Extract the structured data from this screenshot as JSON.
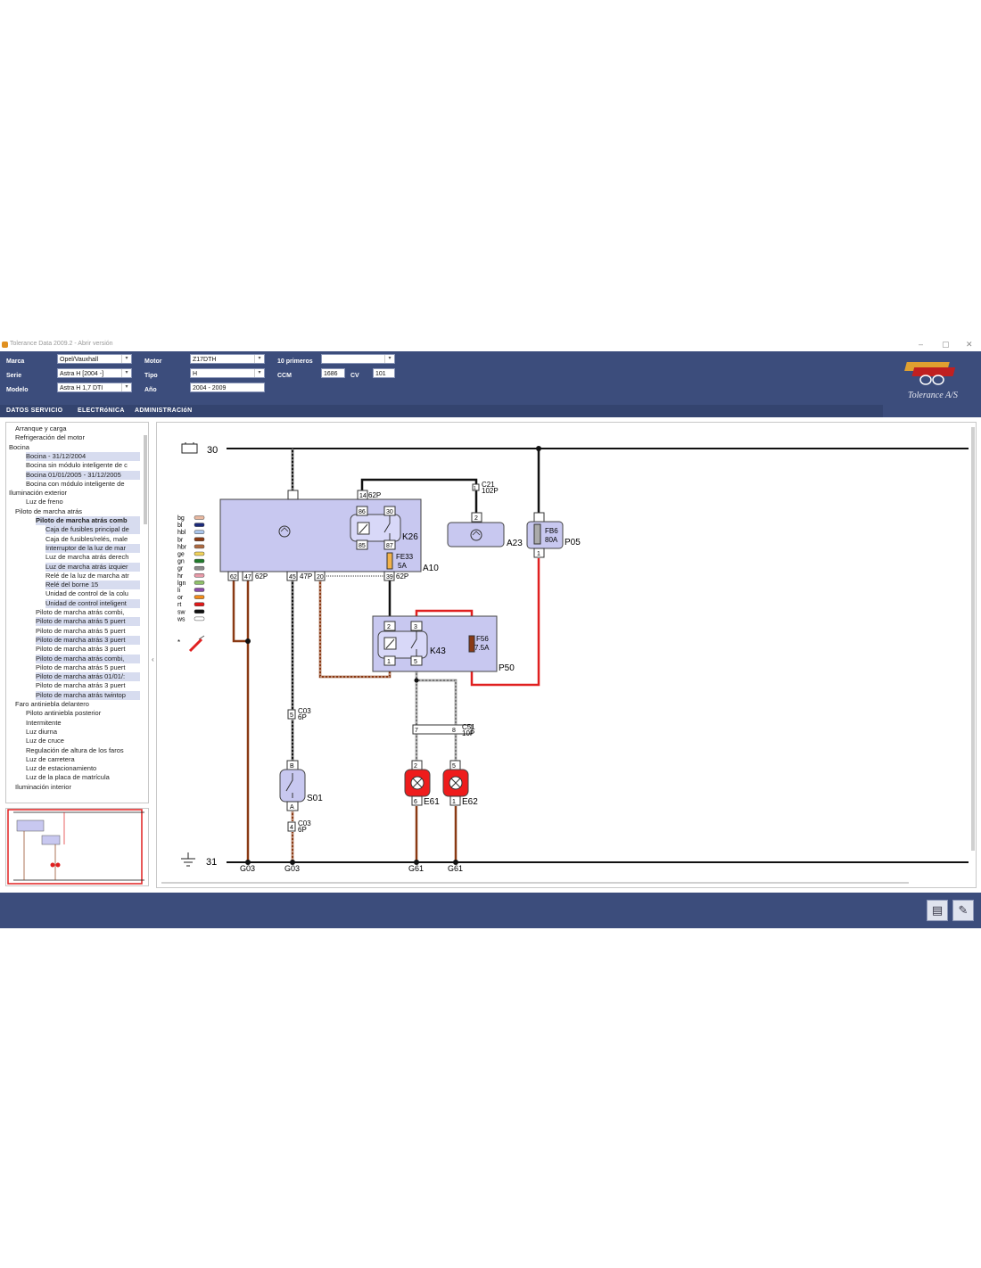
{
  "window": {
    "title": "Tolerance Data 2009.2 - Abrir versión",
    "minimize": "–",
    "maximize": "▢",
    "close": "✕"
  },
  "header": {
    "marca_label": "Marca",
    "marca_value": "Opel/Vauxhall",
    "serie_label": "Serie",
    "serie_value": "Astra H [2004 -]",
    "modelo_label": "Modelo",
    "modelo_value": "Astra H 1,7 DTI",
    "motor_label": "Motor",
    "motor_value": "Z17DTH",
    "tipo_label": "Tipo",
    "tipo_value": "H",
    "ano_label": "Año",
    "ano_value": "2004 - 2009",
    "primeros_label": "10 primeros",
    "primeros_value": "",
    "ccm_label": "CCM",
    "ccm_value": "1686",
    "cv_label": "CV",
    "cv_value": "101",
    "logo_text": "Tolerance A/S"
  },
  "menu": [
    "DATOS SERVICIO",
    "ELECTRóNICA",
    "ADMINISTRACIóN"
  ],
  "tree": [
    {
      "label": "Arranque y carga",
      "level": 1
    },
    {
      "label": "Refrigeración del motor",
      "level": 1
    },
    {
      "label": "Bocina",
      "level": 0
    },
    {
      "label": "Bocina - 31/12/2004",
      "level": 2,
      "sel": true
    },
    {
      "label": "Bocina sin módulo inteligente de c",
      "level": 2
    },
    {
      "label": "Bocina 01/01/2005 - 31/12/2005",
      "level": 2,
      "sel": true
    },
    {
      "label": "Bocina con módulo inteligente de",
      "level": 2
    },
    {
      "label": "Iluminación exterior",
      "level": 0
    },
    {
      "label": "Luz de freno",
      "level": 2
    },
    {
      "label": "Piloto de marcha atrás",
      "level": 1
    },
    {
      "label": "Piloto de marcha atrás comb",
      "level": 3,
      "bold": true,
      "sel": true
    },
    {
      "label": "Caja de fusibles principal de",
      "level": 4,
      "sel": true
    },
    {
      "label": "Caja de fusibles/relés, male",
      "level": 4
    },
    {
      "label": "Interruptor de la luz de mar",
      "level": 4,
      "sel": true
    },
    {
      "label": "Luz de marcha atrás derech",
      "level": 4
    },
    {
      "label": "Luz de marcha atrás izquier",
      "level": 4,
      "sel": true
    },
    {
      "label": "Relé de la luz de marcha atr",
      "level": 4
    },
    {
      "label": "Relé del borne 15",
      "level": 4,
      "sel": true
    },
    {
      "label": "Unidad de control de la colu",
      "level": 4
    },
    {
      "label": "Unidad de control inteligent",
      "level": 4,
      "sel": true
    },
    {
      "label": "Piloto de marcha atrás combi,",
      "level": 3
    },
    {
      "label": "Piloto de marcha atrás 5 puert",
      "level": 3,
      "sel": true
    },
    {
      "label": "Piloto de marcha atrás 5 puert",
      "level": 3
    },
    {
      "label": "Piloto de marcha atrás 3 puert",
      "level": 3,
      "sel": true
    },
    {
      "label": "Piloto de marcha atrás 3 puert",
      "level": 3
    },
    {
      "label": "Piloto de marcha atrás combi,",
      "level": 3,
      "sel": true
    },
    {
      "label": "Piloto de marcha atrás 5 puert",
      "level": 3
    },
    {
      "label": "Piloto de marcha atrás 01/01/:",
      "level": 3,
      "sel": true
    },
    {
      "label": "Piloto de marcha atrás 3 puert",
      "level": 3
    },
    {
      "label": "Piloto de marcha atrás twintop",
      "level": 3,
      "sel": true
    },
    {
      "label": "Faro antiniebla delantero",
      "level": 1
    },
    {
      "label": "Piloto antiniebla posterior",
      "level": 2
    },
    {
      "label": "Intermitente",
      "level": 2
    },
    {
      "label": "Luz diurna",
      "level": 2
    },
    {
      "label": "Luz de cruce",
      "level": 2
    },
    {
      "label": "Regulación de altura de los faros",
      "level": 2
    },
    {
      "label": "Luz de carretera",
      "level": 2
    },
    {
      "label": "Luz de estacionamiento",
      "level": 2
    },
    {
      "label": "Luz de la placa de matrícula",
      "level": 2
    },
    {
      "label": "Iluminación interior",
      "level": 1
    }
  ],
  "diagram": {
    "rail_top": "30",
    "rail_bottom": "31",
    "legend": [
      {
        "code": "bg",
        "color": "#e8b8a0"
      },
      {
        "code": "bl",
        "color": "#1c2a7a"
      },
      {
        "code": "hbl",
        "color": "#a9c4ea"
      },
      {
        "code": "br",
        "color": "#8a3a14"
      },
      {
        "code": "hbr",
        "color": "#b06a40"
      },
      {
        "code": "ge",
        "color": "#f2d35a"
      },
      {
        "code": "gn",
        "color": "#1f7a2a"
      },
      {
        "code": "gr",
        "color": "#8a8a8a"
      },
      {
        "code": "hr",
        "color": "#e89aa8"
      },
      {
        "code": "lgn",
        "color": "#8fbf6a"
      },
      {
        "code": "li",
        "color": "#8a4aa8"
      },
      {
        "code": "or",
        "color": "#f08a1a"
      },
      {
        "code": "rt",
        "color": "#e01818"
      },
      {
        "code": "sw",
        "color": "#111111"
      },
      {
        "code": "ws",
        "color": "#ffffff"
      }
    ],
    "legend_note": "*",
    "components": {
      "a10": "A10",
      "a23": "A23",
      "p05": "P05",
      "p50": "P50",
      "k26": "K26",
      "k43": "K43",
      "s01": "S01",
      "e61": "E61",
      "e62": "E62",
      "fe33": "FE33",
      "fe33_rating": "5A",
      "fb6": "FB6",
      "fb6_rating": "80A",
      "f56": "F56",
      "f56_rating": "7.5A",
      "c21": "C21",
      "c21_pins": "102P",
      "c03a": "C03",
      "c03a_pins": "6P",
      "c03b": "C03",
      "c03b_pins": "6P",
      "c51": "C51",
      "c51_pins": "10P",
      "g03a": "G03",
      "g03b": "G03",
      "g61a": "G61",
      "g61b": "G61"
    },
    "pins": {
      "p14": "14",
      "p62p_a": "62P",
      "p86": "86",
      "p30": "30",
      "p85": "85",
      "p87": "87",
      "p62": "62",
      "p47": "47",
      "p62p_b": "62P",
      "p45": "45",
      "p47p": "47P",
      "p20": "20",
      "p39": "39",
      "p62p_c": "62P",
      "p2a": "2",
      "p2b": "2",
      "p3": "3",
      "p1a": "1",
      "p5a": "5",
      "p1b": "1",
      "p5c03": "5",
      "p4c03": "4",
      "pB": "B",
      "pA": "A",
      "p7": "7",
      "p8": "8",
      "p2e": "2",
      "p5e": "5",
      "p6e": "6",
      "p1e": "1",
      "p1c21": "1"
    }
  }
}
